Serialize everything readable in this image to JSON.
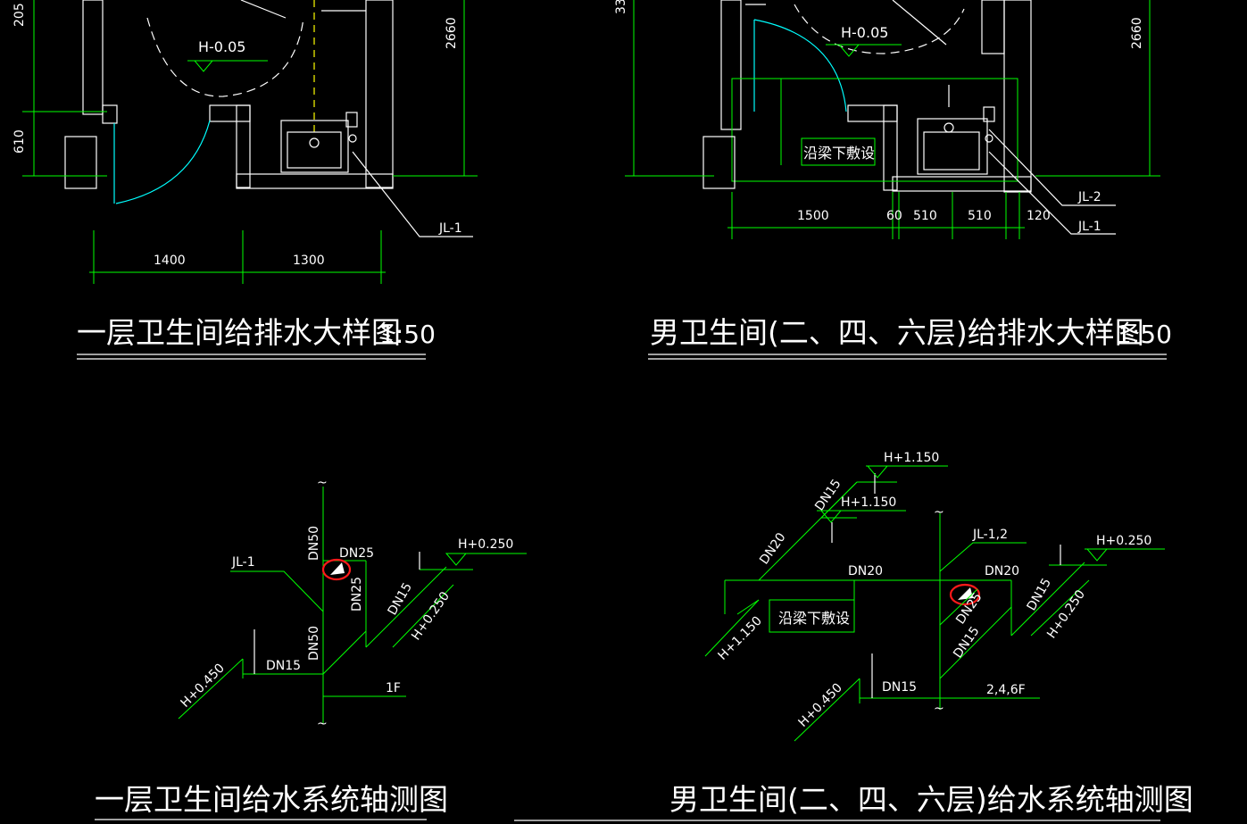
{
  "titles": {
    "plan1": "一层卫生间给排水大样图",
    "plan1_scale": "1:50",
    "plan2": "男卫生间(二、四、六层)给排水大样图",
    "plan2_scale": "1:50",
    "iso1": "一层卫生间给水系统轴测图",
    "iso2": "男卫生间(二、四、六层)给水系统轴测图"
  },
  "plan1": {
    "elev": "H-0.05",
    "dim_vert_top": "205",
    "dim_vert_610": "610",
    "dim_right": "2660",
    "dim_1400": "1400",
    "dim_1300": "1300",
    "riser": "JL-1"
  },
  "plan2": {
    "elev": "H-0.05",
    "dim_vert_top": "33",
    "dim_right": "2660",
    "note": "沿梁下敷设",
    "dims": [
      "1500",
      "60",
      "510",
      "510",
      "120"
    ],
    "riser1": "JL-2",
    "riser2": "JL-1"
  },
  "iso1": {
    "riser": "JL-1",
    "dn50_top": "DN50",
    "dn25_h": "DN25",
    "dn25_v": "DN25",
    "dn15_right": "DN15",
    "h_0250_top": "H+0.250",
    "h_0250_diag": "H+0.250",
    "dn50_bot": "DN50",
    "dn15_left": "DN15",
    "h_0450": "H+0.450",
    "floor": "1F"
  },
  "iso2": {
    "h_1150_top": "H+1.150",
    "dn15_top": "DN15",
    "h_1150_mid": "H+1.150",
    "dn20_diag": "DN20",
    "dn20_h": "DN20",
    "riser": "JL-1,2",
    "dn20_right": "DN20",
    "h_0250_top": "H+0.250",
    "dn15_right": "DN15",
    "h_0250_diag": "H+0.250",
    "dn25": "DN25",
    "dn15_mid": "DN15",
    "note": "沿梁下敷设",
    "h_1150_left": "H+1.150",
    "h_0450": "H+0.450",
    "dn15_bot": "DN15",
    "floors": "2,4,6F"
  }
}
